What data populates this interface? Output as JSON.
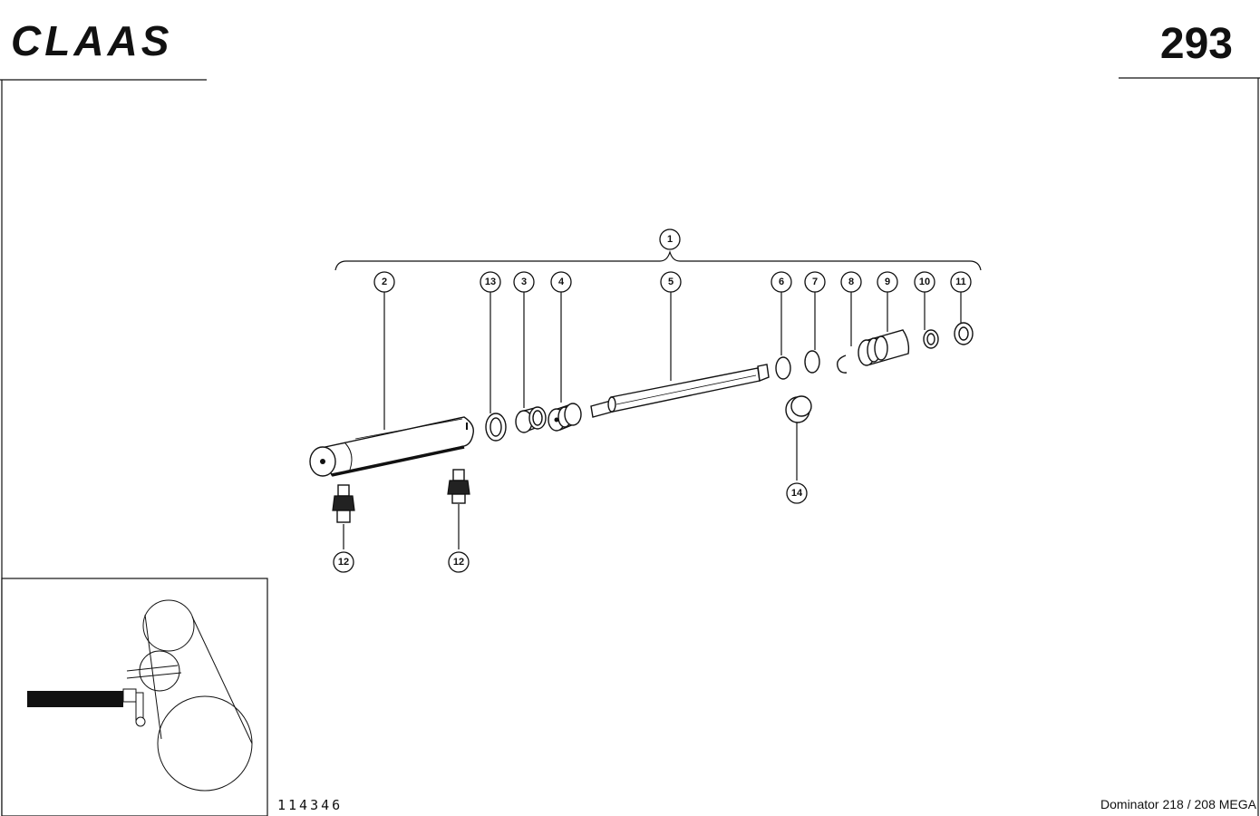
{
  "header": {
    "brand": "CLAAS",
    "page_number": "293"
  },
  "footer": {
    "drawing_number": "114346",
    "model": "Dominator 218 / 208 MEGA"
  },
  "callouts": {
    "c1": "1",
    "c2": "2",
    "c3": "3",
    "c4": "4",
    "c5": "5",
    "c6": "6",
    "c7": "7",
    "c8": "8",
    "c9": "9",
    "c10": "10",
    "c11": "11",
    "c12a": "12",
    "c12b": "12",
    "c13": "13",
    "c14": "14"
  }
}
